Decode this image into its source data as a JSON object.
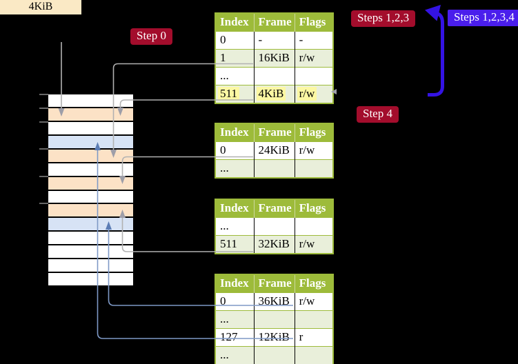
{
  "labels": {
    "frame_size": "4KiB",
    "step0": "Step 0",
    "steps123": "Steps 1,2,3",
    "steps1234": "Steps 1,2,3,4",
    "step4": "Step 4"
  },
  "colors": {
    "step_badge_red": "#A30D2C",
    "steps_badge_blue": "#4A1EEC",
    "thick_arrow_blue": "#3413E4",
    "table_header_green": "#9DBB3A",
    "table_alt_row_green": "#E9EFDA",
    "highlight_yellow": "#FCF8A3",
    "frame_label_cream": "#FAE9C5",
    "strip_orange": "#FCE2C6",
    "strip_blue": "#D7E3F5",
    "gray_wire": "#B1B1B1",
    "blue_wire": "#7E99C6"
  },
  "table_columns": [
    "Index",
    "Frame",
    "Flags"
  ],
  "tables": [
    {
      "highlighted_entry": "511",
      "rows": [
        [
          "0",
          "-",
          "-"
        ],
        [
          "1",
          "16KiB",
          "r/w"
        ],
        [
          "...",
          "",
          ""
        ],
        [
          "511",
          "4KiB",
          "r/w"
        ]
      ]
    },
    {
      "rows": [
        [
          "0",
          "24KiB",
          "r/w"
        ],
        [
          "...",
          "",
          ""
        ]
      ]
    },
    {
      "rows": [
        [
          "...",
          "",
          ""
        ],
        [
          "511",
          "32KiB",
          "r/w"
        ]
      ]
    },
    {
      "rows": [
        [
          "0",
          "36KiB",
          "r/w"
        ],
        [
          "...",
          "",
          ""
        ],
        [
          "127",
          "12KiB",
          "r"
        ],
        [
          "...",
          "",
          ""
        ]
      ]
    }
  ],
  "memory_strip": {
    "row_colors": [
      "white",
      "orange",
      "white",
      "blue",
      "orange",
      "white",
      "orange",
      "white",
      "orange",
      "blue",
      "white",
      "white",
      "white",
      "white"
    ]
  }
}
